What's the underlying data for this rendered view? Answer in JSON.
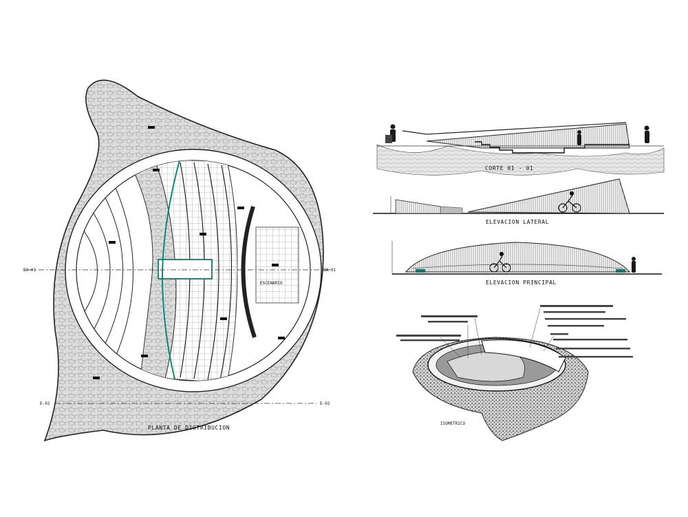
{
  "drawing": {
    "plan": {
      "title": "PLANTA DE DISTRIBUCION",
      "markers": {
        "left": "BA-01",
        "right": "BA-01",
        "bottom_left": "E-02",
        "bottom_right": "E-02"
      },
      "room_label": "ESCENARIO"
    },
    "section": {
      "title": "CORTE   01  -  01"
    },
    "side_elevation": {
      "title": "ELEVACION LATERAL"
    },
    "front_elevation": {
      "title": "ELEVACION PRINCIPAL"
    },
    "isometric": {
      "title": "ISOMETRICO"
    }
  }
}
